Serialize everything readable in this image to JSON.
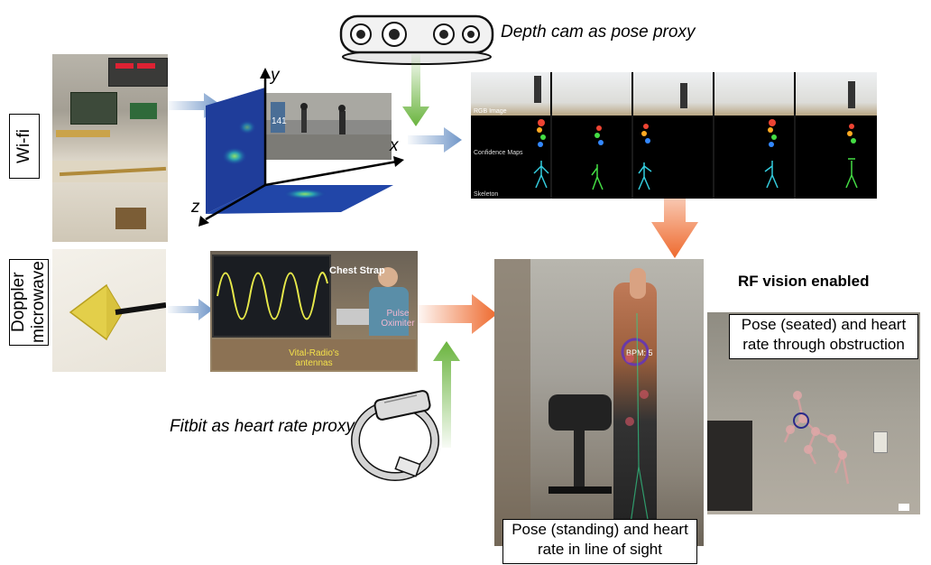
{
  "labels": {
    "wifi": "Wi-fi",
    "doppler": "Doppler microwave",
    "depth_cam": "Depth cam as pose proxy",
    "fitbit": "Fitbit as heart rate proxy",
    "rf_enabled": "RF vision enabled",
    "pose_standing": "Pose (standing) and heart rate in line of sight",
    "pose_seated": "Pose (seated) and heart rate through obstruction"
  },
  "axes": {
    "x": "x",
    "y": "y",
    "z": "z"
  },
  "strip_rows": [
    "RGB Image",
    "Confidence Maps",
    "Skeleton"
  ],
  "vital_radio": {
    "chest_strap": "Chest Strap",
    "pulse_oximiter": "Pulse Oximiter",
    "antennas": "Vital-Radio's antennas"
  },
  "doorway_number": "141",
  "bpm_label": "BPM: 5",
  "colors": {
    "blue_arrow": "#7096c8",
    "green_arrow": "#6ab43e",
    "orange_arrow": "#ee6a2e"
  }
}
